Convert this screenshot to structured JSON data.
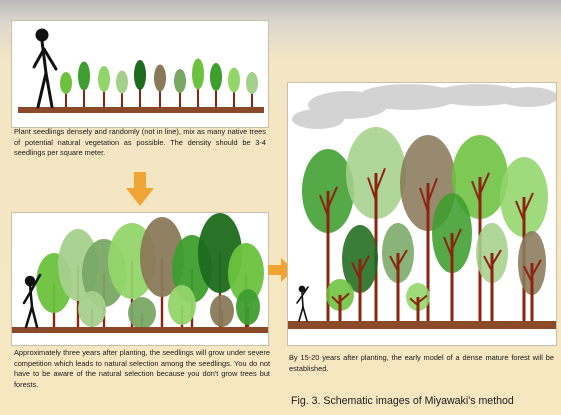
{
  "captions": {
    "step1": "Plant seedlings densely and randomly (not in line), mix as many native trees of potential natural vegetation as possible. The density should be 3-4 seedlings per square meter.",
    "step2": "Approximately three years after planting, the seedlings will grow under severe competition which leads to natural selection among the seedlings. You do not have to be aware of the natural selection because you don't grow trees but forests.",
    "step3": "By 15-20 years after planting, the early model of a dense mature forest will be established."
  },
  "figure_caption": "Fig. 3. Schematic images of Miyawaki's method",
  "colors": {
    "arrow": "#f0a433",
    "soil": "#8a4a2a",
    "trunk": "#8b2410",
    "greens": [
      "#6cc23e",
      "#3e9e2e",
      "#92d56a",
      "#a5d08c",
      "#1e6b1e",
      "#8a7a5a",
      "#79a865"
    ]
  },
  "icons": [
    "stick-figure",
    "down-arrow",
    "right-arrow",
    "seedling",
    "tree",
    "cloud"
  ]
}
